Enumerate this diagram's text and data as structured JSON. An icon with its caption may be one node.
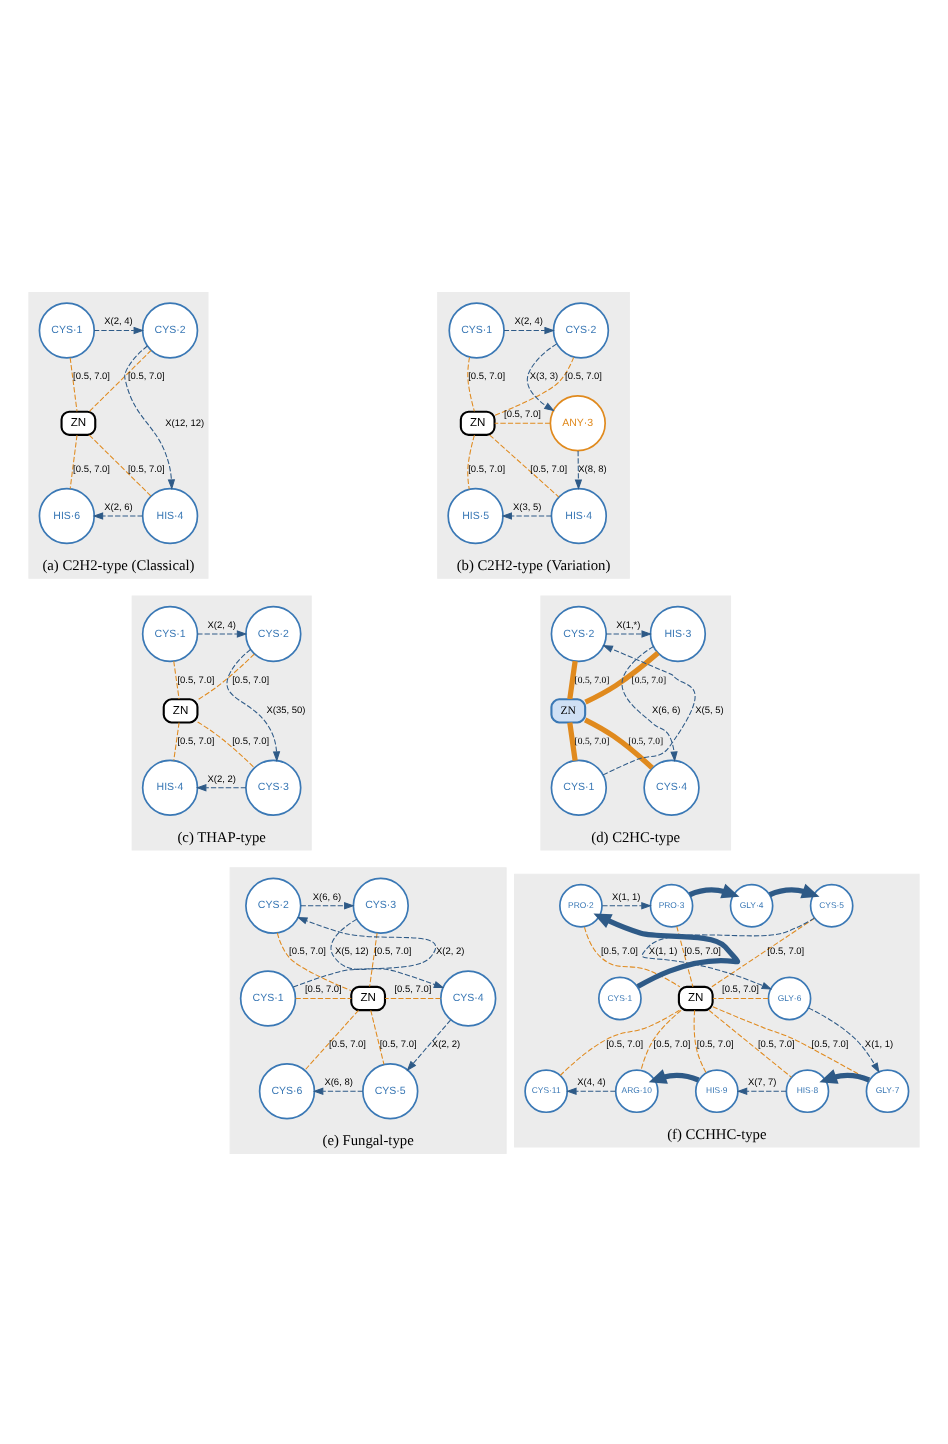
{
  "diagram": {
    "nodes": [
      {
        "text": [
          "(a) C2H2-type (Classical)"
        ]
      },
      {
        "text": [
          "CYS·1"
        ],
        "in": 0
      },
      {
        "text": [
          "CYS·2"
        ],
        "in": 0
      },
      {
        "text": [
          "ZN"
        ],
        "in": 0
      },
      {
        "text": [
          "HIS·6"
        ],
        "in": 0
      },
      {
        "text": [
          "HIS·4"
        ],
        "in": 0
      },
      {
        "text": [
          "(b) C2H2-type (Variation)"
        ]
      },
      {
        "text": [
          "CYS·1"
        ],
        "in": 6
      },
      {
        "text": [
          "CYS·2"
        ],
        "in": 6
      },
      {
        "text": [
          "ZN"
        ],
        "in": 6
      },
      {
        "text": [
          "ANY·3"
        ],
        "in": 6
      },
      {
        "text": [
          "HIS·5"
        ],
        "in": 6
      },
      {
        "text": [
          "HIS·4"
        ],
        "in": 6
      },
      {
        "text": [
          "(c) THAP-type"
        ]
      },
      {
        "text": [
          "CYS·1"
        ],
        "in": 13
      },
      {
        "text": [
          "CYS·2"
        ],
        "in": 13
      },
      {
        "text": [
          "ZN"
        ],
        "in": 13
      },
      {
        "text": [
          "HIS·4"
        ],
        "in": 13
      },
      {
        "text": [
          "CYS·3"
        ],
        "in": 13
      },
      {
        "text": [
          "(d) C2HC-type"
        ]
      },
      {
        "text": [
          "CYS·2"
        ],
        "in": 19
      },
      {
        "text": [
          "HIS·3"
        ],
        "in": 19
      },
      {
        "text": [
          "ZN"
        ],
        "in": 19
      },
      {
        "text": [
          "CYS·1"
        ],
        "in": 19
      },
      {
        "text": [
          "CYS·4"
        ],
        "in": 19
      },
      {
        "text": [
          "(e) Fungal-type"
        ]
      },
      {
        "text": [
          "CYS·2"
        ],
        "in": 25
      },
      {
        "text": [
          "CYS·3"
        ],
        "in": 25
      },
      {
        "text": [
          "CYS·1"
        ],
        "in": 25
      },
      {
        "text": [
          "ZN"
        ],
        "in": 25
      },
      {
        "text": [
          "CYS·4"
        ],
        "in": 25
      },
      {
        "text": [
          "CYS·6"
        ],
        "in": 25
      },
      {
        "text": [
          "CYS·5"
        ],
        "in": 25
      },
      {
        "text": [
          "(f) CCHHC-type"
        ]
      },
      {
        "text": [
          "PRO·3"
        ],
        "in": 33
      },
      {
        "text": [
          "GLY·4"
        ],
        "in": 33
      },
      {
        "text": [
          "PRO·2"
        ],
        "in": 33
      },
      {
        "text": [
          "CYS·5"
        ],
        "in": 33
      },
      {
        "text": [
          "CYS·1"
        ],
        "in": 33
      },
      {
        "text": [
          "ZN"
        ],
        "in": 33
      },
      {
        "text": [
          "GLY·6"
        ],
        "in": 33
      },
      {
        "text": [
          "CYS·11"
        ],
        "in": 33
      },
      {
        "text": [
          "GLY·7"
        ],
        "in": 33
      },
      {
        "text": [
          "ARG·10"
        ],
        "in": 33
      },
      {
        "text": [
          "HIS·9"
        ],
        "in": 33
      },
      {
        "text": [
          "HIS·8"
        ],
        "in": 33
      }
    ],
    "edges": [
      {
        "from": 1,
        "to": 2,
        "arrow": "to",
        "label": "X(2, 4)",
        "style": "dashed",
        "color": "#2e5a87"
      },
      {
        "from": 2,
        "to": 5,
        "arrow": "to",
        "label": "X(12, 12)",
        "style": "dashed",
        "color": "#2e5a87"
      },
      {
        "from": 5,
        "to": 4,
        "arrow": "to",
        "label": "X(2, 6)",
        "style": "dashed",
        "color": "#2e5a87"
      },
      {
        "from": 1,
        "to": 3,
        "arrow": "none",
        "label": "[0.5, 7.0]",
        "style": "dashed"
      },
      {
        "from": 2,
        "to": 3,
        "arrow": "none",
        "label": "[0.5, 7.0]",
        "style": "dashed"
      },
      {
        "from": 4,
        "to": 3,
        "arrow": "none",
        "label": "[0.5, 7.0]",
        "style": "dashed"
      },
      {
        "from": 5,
        "to": 3,
        "arrow": "none",
        "label": "[0.5, 7.0]",
        "style": "dashed"
      },
      {
        "from": 7,
        "to": 8,
        "arrow": "to",
        "label": "X(2, 4)",
        "style": "dashed",
        "color": "#2e5a87"
      },
      {
        "from": 8,
        "to": 10,
        "arrow": "to",
        "label": "X(3, 3)",
        "style": "dashed",
        "color": "#2e5a87"
      },
      {
        "from": 10,
        "to": 12,
        "arrow": "to",
        "label": "X(8, 8)",
        "style": "dashed",
        "color": "#2e5a87"
      },
      {
        "from": 12,
        "to": 11,
        "arrow": "to",
        "label": "X(3, 5)",
        "style": "dashed",
        "color": "#2e5a87"
      },
      {
        "from": 7,
        "to": 9,
        "arrow": "none",
        "label": "[0.5, 7.0]",
        "style": "dashed"
      },
      {
        "from": 8,
        "to": 9,
        "arrow": "none",
        "label": "[0.5, 7.0]",
        "style": "dashed"
      },
      {
        "from": 10,
        "to": 9,
        "arrow": "none",
        "label": "[0.5, 7.0]",
        "style": "dashed"
      },
      {
        "from": 11,
        "to": 9,
        "arrow": "none",
        "label": "[0.5, 7.0]",
        "style": "dashed"
      },
      {
        "from": 12,
        "to": 9,
        "arrow": "none",
        "label": "[0.5, 7.0]",
        "style": "dashed"
      },
      {
        "from": 14,
        "to": 15,
        "arrow": "to",
        "label": "X(2, 4)",
        "style": "dashed",
        "color": "#2e5a87"
      },
      {
        "from": 15,
        "to": 18,
        "arrow": "to",
        "label": "X(35, 50)",
        "style": "dashed",
        "color": "#2e5a87"
      },
      {
        "from": 18,
        "to": 17,
        "arrow": "to",
        "label": "X(2, 2)",
        "style": "dashed",
        "color": "#2e5a87"
      },
      {
        "from": 14,
        "to": 16,
        "arrow": "none",
        "label": "[0.5, 7.0]",
        "style": "dashed"
      },
      {
        "from": 15,
        "to": 16,
        "arrow": "none",
        "label": "[0.5, 7.0]",
        "style": "dashed"
      },
      {
        "from": 17,
        "to": 16,
        "arrow": "none",
        "label": "[0.5, 7.0]",
        "style": "dashed"
      },
      {
        "from": 18,
        "to": 16,
        "arrow": "none",
        "label": "[0.5, 7.0]",
        "style": "dashed"
      },
      {
        "from": 20,
        "to": 21,
        "arrow": "to",
        "label": "X(1,*)",
        "style": "dashed",
        "color": "#2e5a87"
      },
      {
        "from": 21,
        "to": 24,
        "arrow": "to",
        "label": "X(6, 6)",
        "style": "dashed",
        "color": "#2e5a87"
      },
      {
        "from": 23,
        "to": 20,
        "arrow": "to",
        "label": "X(5, 5)",
        "style": "dashed",
        "color": "#2e5a87"
      },
      {
        "from": 20,
        "to": 22,
        "arrow": "none",
        "label": "[0.5, 7.0]",
        "style": "thick"
      },
      {
        "from": 21,
        "to": 22,
        "arrow": "none",
        "label": "[0.5, 7.0]",
        "style": "thick"
      },
      {
        "from": 23,
        "to": 22,
        "arrow": "none",
        "label": "[0.5, 7.0]",
        "style": "thick"
      },
      {
        "from": 24,
        "to": 22,
        "arrow": "none",
        "label": "[0.5, 7.0]",
        "style": "thick"
      },
      {
        "from": 28,
        "to": 26,
        "arrow": "to",
        "label": "X(2, 2)",
        "style": "dashed",
        "color": "#2e5a87"
      },
      {
        "from": 26,
        "to": 27,
        "arrow": "to",
        "label": "X(6, 6)",
        "style": "dashed",
        "color": "#2e5a87"
      },
      {
        "from": 27,
        "to": 30,
        "arrow": "to",
        "label": "X(5, 12)",
        "style": "dashed",
        "color": "#2e5a87"
      },
      {
        "from": 30,
        "to": 32,
        "arrow": "to",
        "label": "X(2, 2)",
        "style": "dashed",
        "color": "#2e5a87"
      },
      {
        "from": 32,
        "to": 31,
        "arrow": "to",
        "label": "X(6, 8)",
        "style": "dashed",
        "color": "#2e5a87"
      },
      {
        "from": 26,
        "to": 29,
        "arrow": "none",
        "label": "[0.5, 7.0]",
        "style": "dashed"
      },
      {
        "from": 27,
        "to": 29,
        "arrow": "none",
        "label": "[0.5, 7.0]",
        "style": "dashed"
      },
      {
        "from": 28,
        "to": 29,
        "arrow": "none",
        "label": "[0.5, 7.0]",
        "style": "dashed"
      },
      {
        "from": 30,
        "to": 29,
        "arrow": "none",
        "label": "[0.5, 7.0]",
        "style": "dashed"
      },
      {
        "from": 31,
        "to": 29,
        "arrow": "none",
        "label": "[0.5, 7.0]",
        "style": "dashed"
      },
      {
        "from": 32,
        "to": 29,
        "arrow": "none",
        "label": "[0.5, 7.0]",
        "style": "dashed"
      },
      {
        "from": 38,
        "to": 36,
        "arrow": "to",
        "style": "thick",
        "color": "#2e5a87"
      },
      {
        "from": 36,
        "to": 34,
        "arrow": "to",
        "label": "X(1, 1)",
        "style": "dashed",
        "color": "#2e5a87"
      },
      {
        "from": 34,
        "to": 35,
        "arrow": "to",
        "style": "thick",
        "color": "#2e5a87"
      },
      {
        "from": 35,
        "to": 37,
        "arrow": "to",
        "style": "thick",
        "color": "#2e5a87"
      },
      {
        "from": 37,
        "to": 40,
        "arrow": "to",
        "label": "X(1, 1)",
        "style": "dashed",
        "color": "#2e5a87"
      },
      {
        "from": 40,
        "to": 42,
        "arrow": "to",
        "label": "X(1, 1)",
        "style": "dashed",
        "color": "#2e5a87"
      },
      {
        "from": 42,
        "to": 45,
        "arrow": "to",
        "style": "thick",
        "color": "#2e5a87"
      },
      {
        "from": 45,
        "to": 44,
        "arrow": "to",
        "label": "X(7, 7)",
        "style": "dashed",
        "color": "#2e5a87"
      },
      {
        "from": 44,
        "to": 43,
        "arrow": "to",
        "style": "thick",
        "color": "#2e5a87"
      },
      {
        "from": 43,
        "to": 41,
        "arrow": "to",
        "label": "X(4, 4)",
        "style": "dashed",
        "color": "#2e5a87"
      },
      {
        "from": 36,
        "to": 39,
        "arrow": "none",
        "label": "[0.5, 7.0]",
        "style": "dashed"
      },
      {
        "from": 34,
        "to": 39,
        "arrow": "none",
        "label": "[0.5, 7.0]",
        "style": "dashed"
      },
      {
        "from": 37,
        "to": 39,
        "arrow": "none",
        "label": "[0.5, 7.0]",
        "style": "dashed"
      },
      {
        "from": 40,
        "to": 39,
        "arrow": "none",
        "label": "[0.5, 7.0]",
        "style": "dashed"
      },
      {
        "from": 41,
        "to": 39,
        "arrow": "none",
        "label": "[0.5, 7.0]",
        "style": "dashed"
      },
      {
        "from": 43,
        "to": 39,
        "arrow": "none",
        "label": "[0.5, 7.0]",
        "style": "dashed"
      },
      {
        "from": 44,
        "to": 39,
        "arrow": "none",
        "label": "[0.5, 7.0]",
        "style": "dashed"
      },
      {
        "from": 45,
        "to": 39,
        "arrow": "none",
        "label": "[0.5, 7.0]",
        "style": "dashed"
      },
      {
        "from": 42,
        "to": 39,
        "arrow": "none",
        "label": "[0.5, 7.0]",
        "style": "dashed"
      }
    ]
  }
}
